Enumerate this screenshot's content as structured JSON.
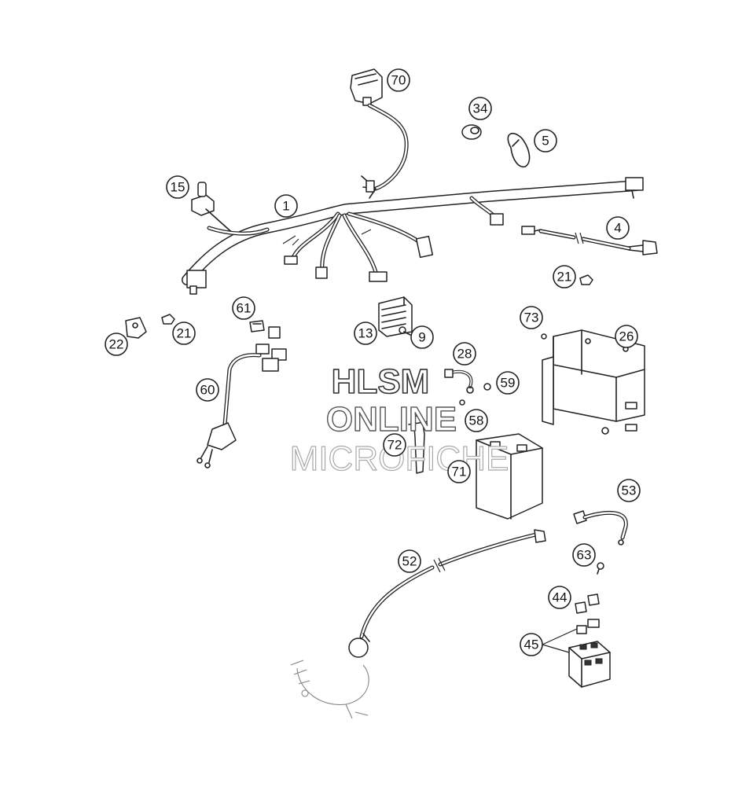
{
  "watermark": {
    "line1": "HLSM",
    "line2": "ONLINE",
    "line3": "MICROFICHE"
  },
  "callouts": [
    {
      "id": "c70",
      "label": "70"
    },
    {
      "id": "c34",
      "label": "34"
    },
    {
      "id": "c5",
      "label": "5"
    },
    {
      "id": "c15",
      "label": "15"
    },
    {
      "id": "c1",
      "label": "1"
    },
    {
      "id": "c4",
      "label": "4"
    },
    {
      "id": "c21a",
      "label": "21"
    },
    {
      "id": "c61",
      "label": "61"
    },
    {
      "id": "c22",
      "label": "22"
    },
    {
      "id": "c21b",
      "label": "21"
    },
    {
      "id": "c13",
      "label": "13"
    },
    {
      "id": "c9",
      "label": "9"
    },
    {
      "id": "c73",
      "label": "73"
    },
    {
      "id": "c26",
      "label": "26"
    },
    {
      "id": "c60",
      "label": "60"
    },
    {
      "id": "c28",
      "label": "28"
    },
    {
      "id": "c59",
      "label": "59"
    },
    {
      "id": "c58",
      "label": "58"
    },
    {
      "id": "c72",
      "label": "72"
    },
    {
      "id": "c71",
      "label": "71"
    },
    {
      "id": "c53",
      "label": "53"
    },
    {
      "id": "c52",
      "label": "52"
    },
    {
      "id": "c63",
      "label": "63"
    },
    {
      "id": "c44",
      "label": "44"
    },
    {
      "id": "c45",
      "label": "45"
    }
  ],
  "icons": {
    "wiring-harness": "wiring-harness-icon",
    "battery": "battery-icon",
    "starter-relay": "starter-relay-icon",
    "battery-tray": "battery-tray-icon"
  }
}
